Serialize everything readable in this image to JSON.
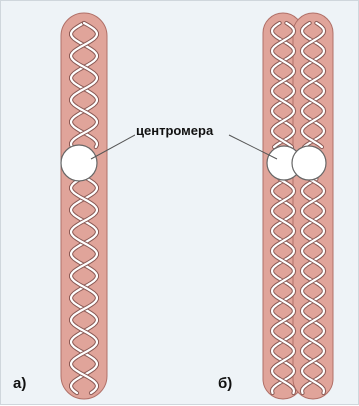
{
  "labels": {
    "centromere": "центромера",
    "panel_a": "а)",
    "panel_b": "б)"
  },
  "colors": {
    "background": "#eef3f7",
    "chromosome_fill": "#e0a49a",
    "chromosome_edge": "#b07068",
    "helix_strand": "#ffffff",
    "helix_outline": "#8a5a55",
    "leader_line": "#555555"
  }
}
